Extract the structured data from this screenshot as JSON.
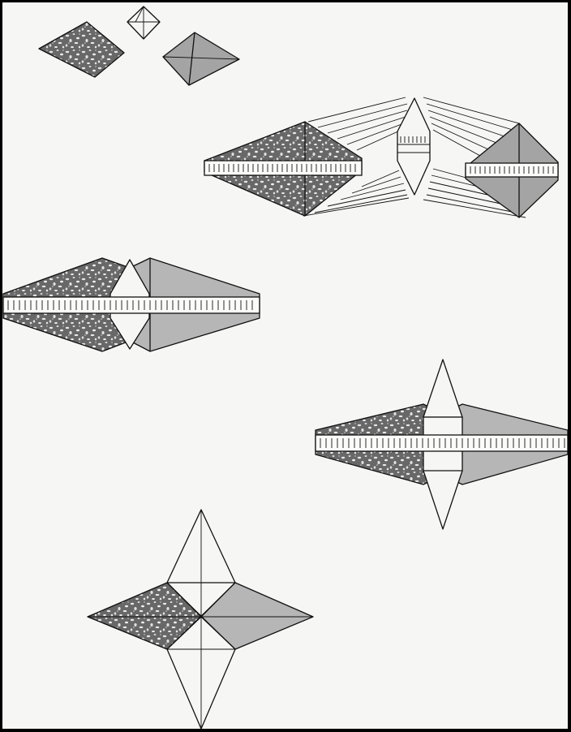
{
  "figure": {
    "panels": [
      {
        "name": "panel-1-separate-halves",
        "parts": [
          "speckled-half",
          "small-octahedron",
          "gray-half"
        ]
      },
      {
        "name": "panel-2-exploded-assembly",
        "parts": [
          "speckled-half",
          "center-octahedron",
          "gray-half",
          "band"
        ]
      },
      {
        "name": "panel-3-joined-horizontal",
        "parts": [
          "speckled-half",
          "gray-half",
          "white-center",
          "band"
        ]
      },
      {
        "name": "panel-4-joined-with-vertical-point",
        "parts": [
          "speckled-half",
          "gray-half",
          "white-center",
          "band"
        ]
      },
      {
        "name": "panel-5-four-point-star",
        "parts": [
          "speckled-quadrant",
          "gray-quadrant",
          "white-points"
        ]
      }
    ],
    "colors": {
      "background": "#f6f6f4",
      "frame": "#000000",
      "line": "#111111",
      "gray_fill": "#a4a4a4",
      "speckle_base": "#6a6a6a",
      "speckle_dot": "#e8e8e8"
    }
  }
}
